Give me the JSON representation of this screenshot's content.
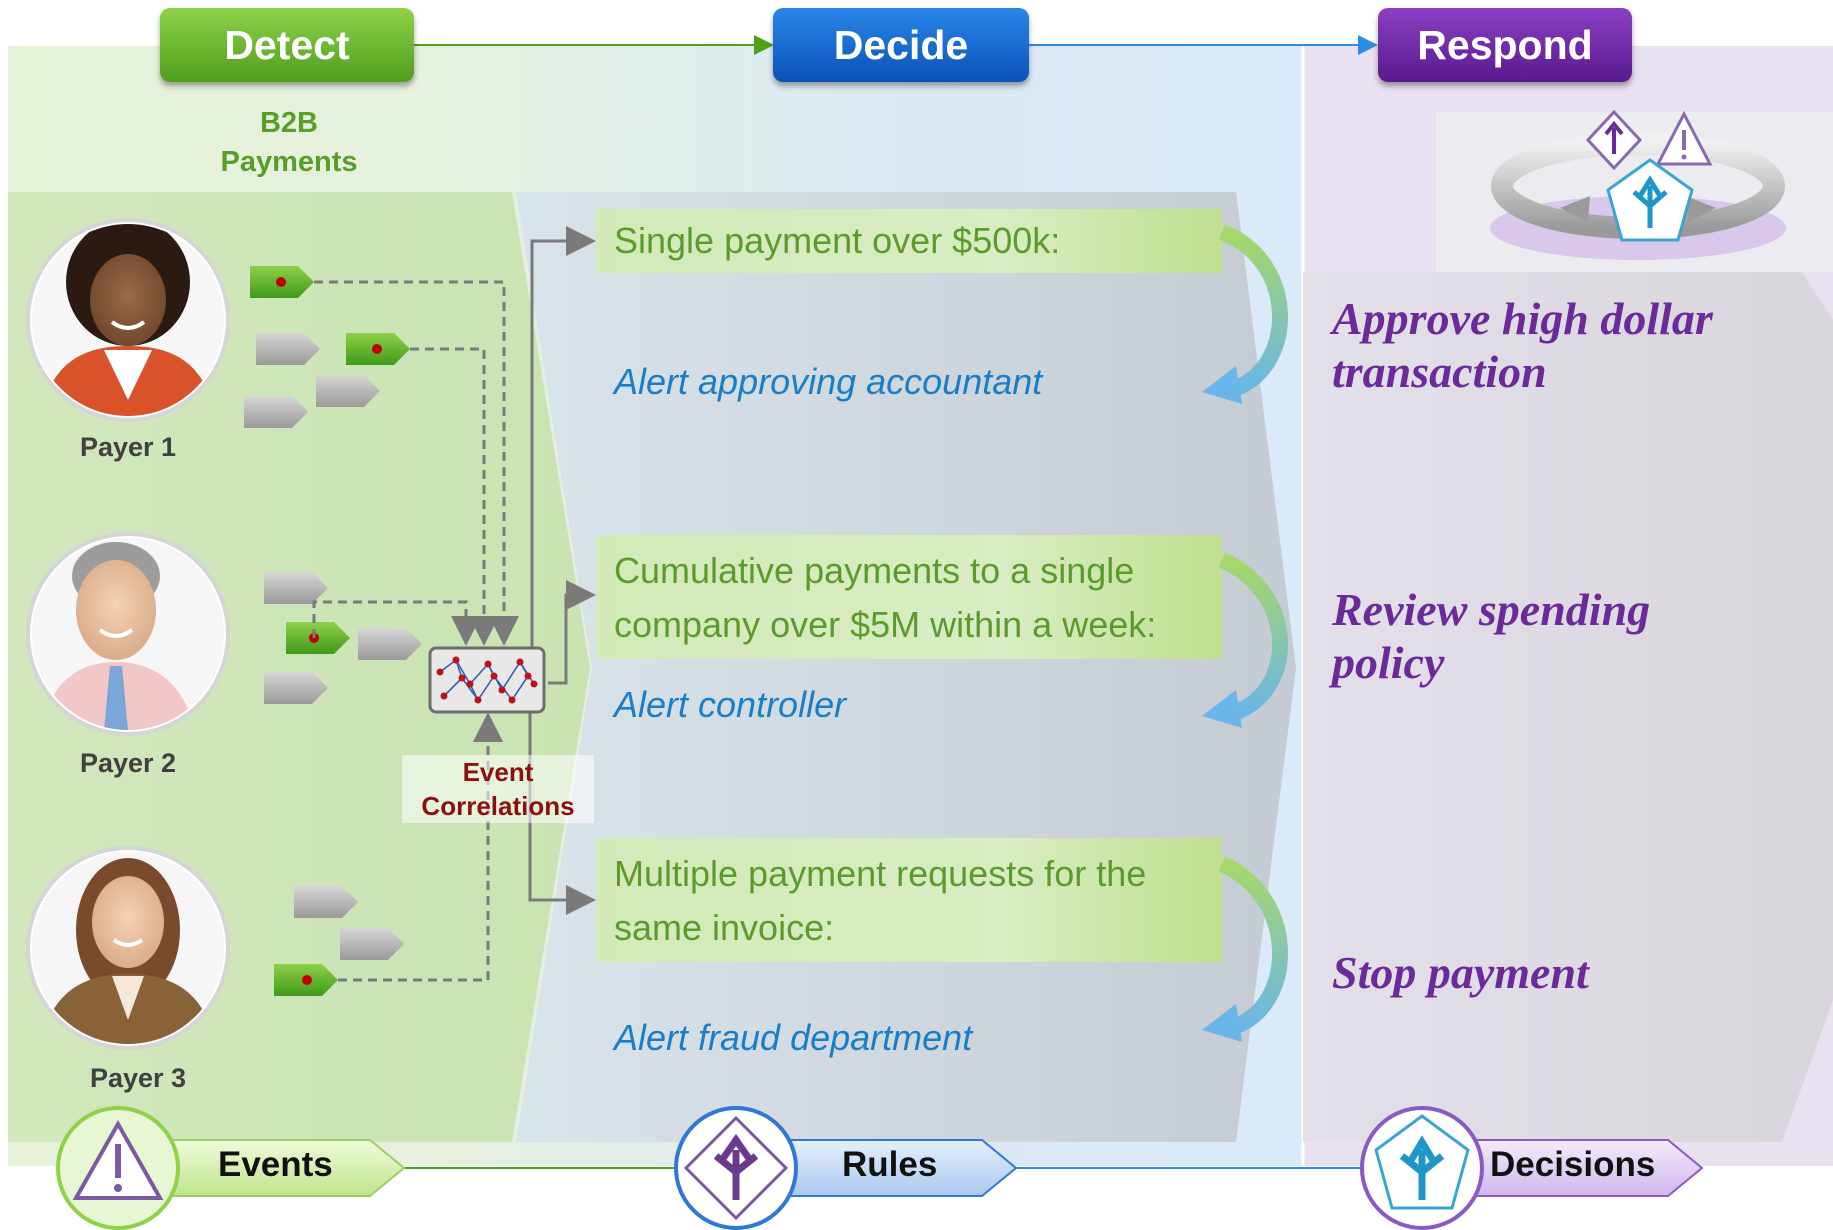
{
  "stages": {
    "detect": "Detect",
    "decide": "Decide",
    "respond": "Respond"
  },
  "section_title": "B2B Payments",
  "payers": [
    "Payer 1",
    "Payer 2",
    "Payer 3"
  ],
  "event_correlations": "Event Correlations",
  "rules": [
    {
      "condition": "Single payment over $500k:",
      "action": "Alert approving accountant"
    },
    {
      "condition": "Cumulative payments to a single company over $5M within a week:",
      "action": "Alert controller"
    },
    {
      "condition": "Multiple payment requests for  the same invoice:",
      "action": "Alert fraud department"
    }
  ],
  "decisions": [
    "Approve high dollar transaction",
    "Review spending policy",
    "Stop payment"
  ],
  "legend": {
    "events": "Events",
    "rules": "Rules",
    "decisions": "Decisions"
  },
  "colors": {
    "detect_green": "#5fae26",
    "decide_blue": "#1d6fd6",
    "respond_purple": "#6b2a9a",
    "rule_text_green": "#5d9a2e",
    "alert_text_blue": "#1a7ec6",
    "correlation_red": "#8b1010"
  },
  "icons": {
    "events": "warning-triangle-icon",
    "rules": "fork-arrow-diamond-icon",
    "decisions": "fork-arrow-pentagon-icon"
  }
}
